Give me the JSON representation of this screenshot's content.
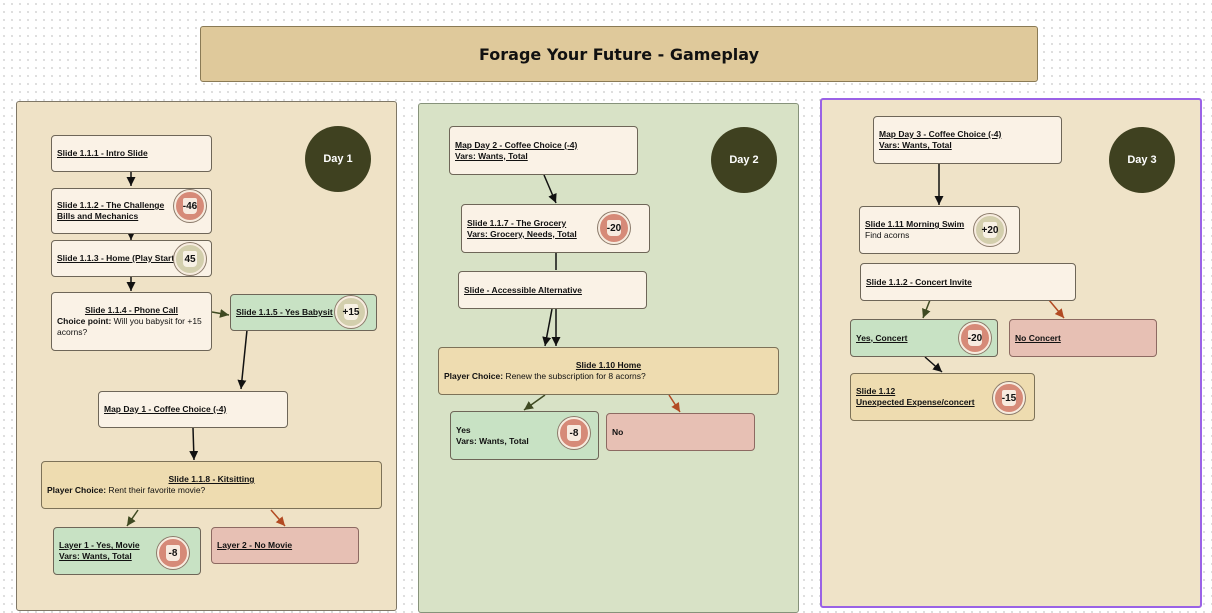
{
  "title": "Forage Your Future - Gameplay",
  "colors": {
    "title_bg": "#dfc99b",
    "day1_bg": "#efe2c6",
    "day2_bg": "#d8e2c6",
    "day3_bg": "#efe3c8",
    "day_circle": "#3f4120",
    "selected_border": "#9a62e6",
    "yes_node": "#c8e2c4",
    "no_node": "#e7c0b4",
    "choice_node": "#eedcb0"
  },
  "day1": {
    "label": "Day 1",
    "n1": "Slide 1.1.1 - Intro Slide",
    "n2_l1": "Slide 1.1.2 - The Challenge",
    "n2_l2": "Bills and Mechanics",
    "n2_badge": "-46",
    "n3": "Slide 1.1.3 - Home (Play Start)",
    "n3_badge": "45",
    "n4_title": "Slide 1.1.4 - Phone Call",
    "n4_choice_label": "Choice point:",
    "n4_choice_text": " Will you babysit for +15 acorns?",
    "n5": "Slide 1.1.5 - Yes Babysit",
    "n5_badge": "+15",
    "n6": "Map Day 1 - Coffee Choice (-4)",
    "n7_title": "Slide 1.1.8 - Kitsitting",
    "n7_choice_label": "Player Choice:",
    "n7_choice_text": " Rent their favorite movie?",
    "n8_l1": "Layer 1 - Yes, Movie",
    "n8_l2": "Vars: Wants, Total",
    "n8_badge": "-8",
    "n9": "Layer 2 - No Movie"
  },
  "day2": {
    "label": "Day 2",
    "n1_l1": "Map Day 2 - Coffee Choice (-4)",
    "n1_l2": "Vars: Wants, Total",
    "n2_l1": "Slide 1.1.7 - The Grocery",
    "n2_l2": "Vars: Grocery, Needs, Total",
    "n2_badge": "-20",
    "n3": "Slide  - Accessible Alternative",
    "n4_title": "Slide 1.10 Home",
    "n4_choice_label": "Player Choice:",
    "n4_choice_text": " Renew the subscription for 8 acorns?",
    "n5_l1": "Yes",
    "n5_l2": "Vars: Wants, Total",
    "n5_badge": "-8",
    "n6": "No"
  },
  "day3": {
    "label": "Day 3",
    "n1_l1": "Map Day 3 - Coffee Choice (-4)",
    "n1_l2": "Vars: Wants, Total",
    "n2_l1": "Slide 1.11 Morning Swim",
    "n2_l2": "Find acorns",
    "n2_badge": "+20",
    "n3": "Slide 1.1.2 - Concert Invite",
    "n4": "Yes, Concert",
    "n4_badge": "-20",
    "n5": "No Concert",
    "n6_l1": "Slide 1.12",
    "n6_l2": "Unexpected Expense/concert",
    "n6_badge": "-15"
  }
}
